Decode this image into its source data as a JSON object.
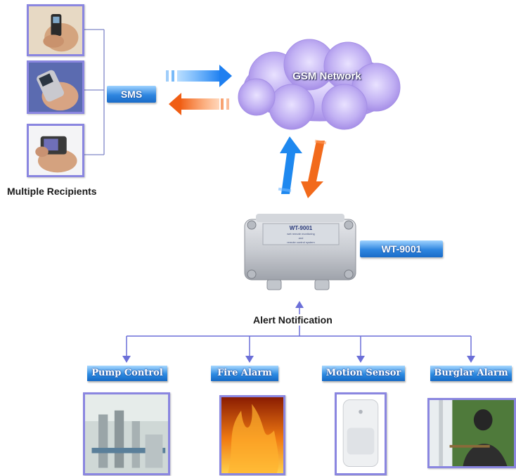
{
  "recipients": {
    "label": "Multiple Recipients",
    "sms_label": "SMS"
  },
  "network": {
    "cloud_label": "GSM Network"
  },
  "device": {
    "name_badge": "WT-9001",
    "panel_title": "WT-9001",
    "panel_sub1": "wet remote monitoring",
    "panel_sub2": "and",
    "panel_sub3": "remote control system"
  },
  "alert": {
    "label": "Alert Notification"
  },
  "categories": [
    {
      "label": "Pump Control"
    },
    {
      "label": "Fire Alarm"
    },
    {
      "label": "Motion Sensor"
    },
    {
      "label": "Burglar Alarm"
    }
  ],
  "colors": {
    "arrow_blue": "#1e8cf0",
    "arrow_orange": "#f26a1b",
    "cloud": "#b9a8f0",
    "frame": "#8a86e0",
    "connector": "#6b6fd8"
  }
}
